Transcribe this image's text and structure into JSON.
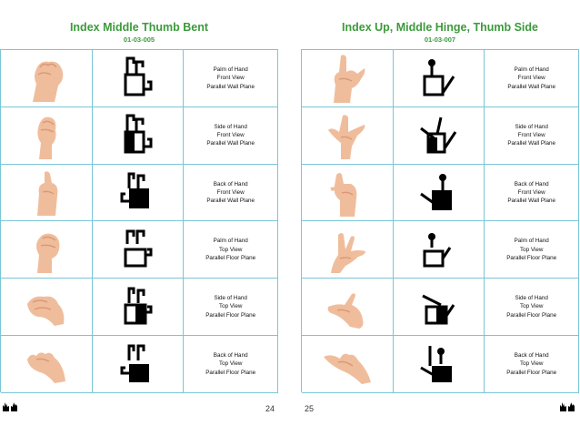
{
  "left_page": {
    "title": "Index Middle Thumb Bent",
    "code": "01-03-005",
    "page_number": "24",
    "rows": [
      {
        "photo": "fist-hand-photo",
        "lines": [
          "Palm of Hand",
          "Front View",
          "Parallel Wall Plane"
        ]
      },
      {
        "photo": "fist-hand-photo",
        "lines": [
          "Side of Hand",
          "Front View",
          "Parallel Wall Plane"
        ]
      },
      {
        "photo": "fist-hand-photo",
        "lines": [
          "Back of Hand",
          "Front View",
          "Parallel Wall Plane"
        ]
      },
      {
        "photo": "fist-hand-photo",
        "lines": [
          "Palm of Hand",
          "Top View",
          "Parallel Floor Plane"
        ]
      },
      {
        "photo": "fist-hand-photo",
        "lines": [
          "Side of Hand",
          "Top View",
          "Parallel Floor Plane"
        ]
      },
      {
        "photo": "fist-hand-photo",
        "lines": [
          "Back of Hand",
          "Top View",
          "Parallel Floor Plane"
        ]
      }
    ]
  },
  "right_page": {
    "title": "Index Up, Middle Hinge, Thumb Side",
    "code": "01-03-007",
    "page_number": "25",
    "rows": [
      {
        "photo": "pointing-hand-photo",
        "lines": [
          "Palm of Hand",
          "Front View",
          "Parallel Wall Plane"
        ]
      },
      {
        "photo": "pointing-hand-photo",
        "lines": [
          "Side of Hand",
          "Front View",
          "Parallel Wall Plane"
        ]
      },
      {
        "photo": "pointing-hand-photo",
        "lines": [
          "Back of Hand",
          "Front View",
          "Parallel Wall Plane"
        ]
      },
      {
        "photo": "pointing-hand-photo",
        "lines": [
          "Palm of Hand",
          "Top View",
          "Parallel Floor Plane"
        ]
      },
      {
        "photo": "pointing-hand-photo",
        "lines": [
          "Side of Hand",
          "Top View",
          "Parallel Floor Plane"
        ]
      },
      {
        "photo": "pointing-hand-photo",
        "lines": [
          "Back of Hand",
          "Top View",
          "Parallel Floor Plane"
        ]
      }
    ]
  },
  "colors": {
    "title_green": "#3c9a3c",
    "grid_line": "#79c6d6",
    "skin": "#f0bd9c",
    "skin_shadow": "#d99a78"
  },
  "icons": {
    "footer_logo": "hands-logo-icon"
  }
}
